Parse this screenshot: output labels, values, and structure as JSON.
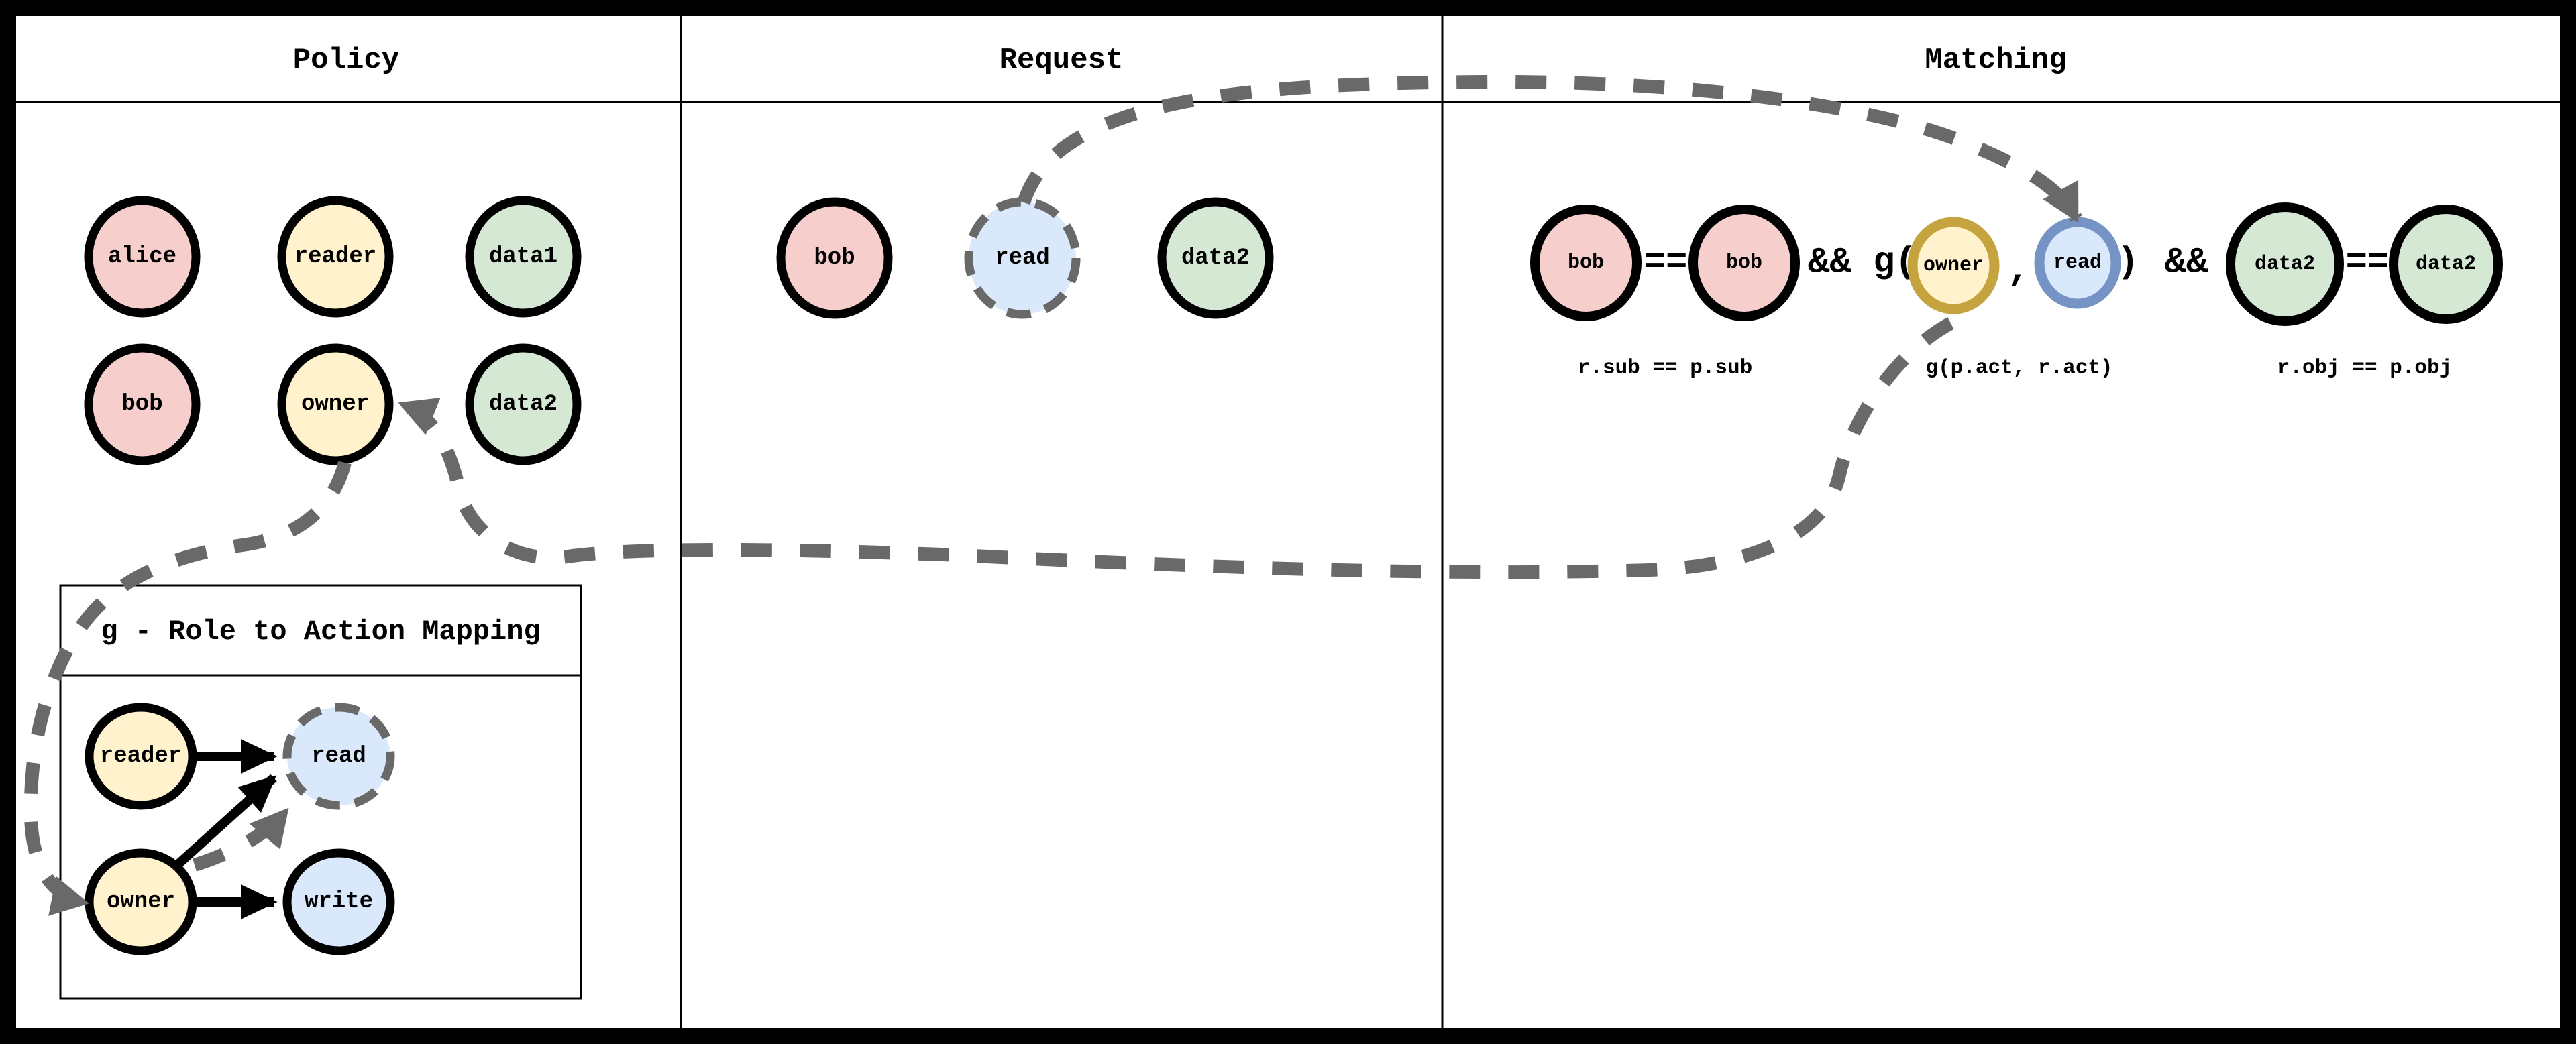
{
  "header": {
    "policy": "Policy",
    "request": "Request",
    "matching": "Matching"
  },
  "policy": {
    "nodes": {
      "alice": "alice",
      "reader": "reader",
      "data1": "data1",
      "bob": "bob",
      "owner": "owner",
      "data2": "data2"
    }
  },
  "gbox": {
    "title": "g - Role to Action Mapping",
    "nodes": {
      "reader": "reader",
      "read": "read",
      "owner": "owner",
      "write": "write"
    }
  },
  "request": {
    "nodes": {
      "bob": "bob",
      "read": "read",
      "data2": "data2"
    }
  },
  "matching": {
    "rsub": "bob",
    "eq1": "==",
    "psub": "bob",
    "and_g": "&& g(",
    "pact": "owner",
    "comma": ",",
    "ract": "read",
    "close_paren": ")",
    "and2": "&&",
    "robj": "data2",
    "eq2": "==",
    "pobj": "data2",
    "captions": {
      "sub": "r.sub == p.sub",
      "act": "g(p.act, r.act)",
      "obj": "r.obj == p.obj"
    }
  },
  "colors": {
    "pink": "#f6cfcc",
    "yellow": "#fff2cc",
    "green": "#d5e8d4",
    "blue": "#dae8fc",
    "node_border": "#000000",
    "gold_border": "#c5a33e",
    "blue_border": "#7593c5",
    "dash_gray": "#696969"
  }
}
